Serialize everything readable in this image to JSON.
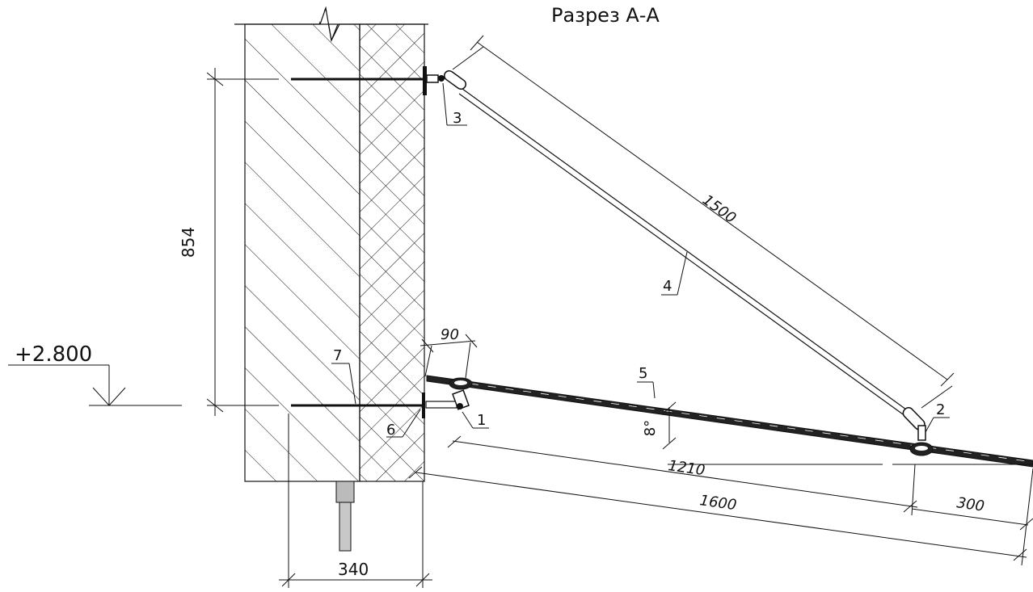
{
  "title": "Разрез А-А",
  "elevation": "+2.800",
  "dimensions": {
    "height": "854",
    "wall_thickness": "340",
    "brace_length": "1500",
    "offset": "90",
    "angle": "8°",
    "span_inner": "1210",
    "span_total": "1600",
    "overhang": "300"
  },
  "callouts": [
    "1",
    "2",
    "3",
    "4",
    "5",
    "6",
    "7"
  ]
}
